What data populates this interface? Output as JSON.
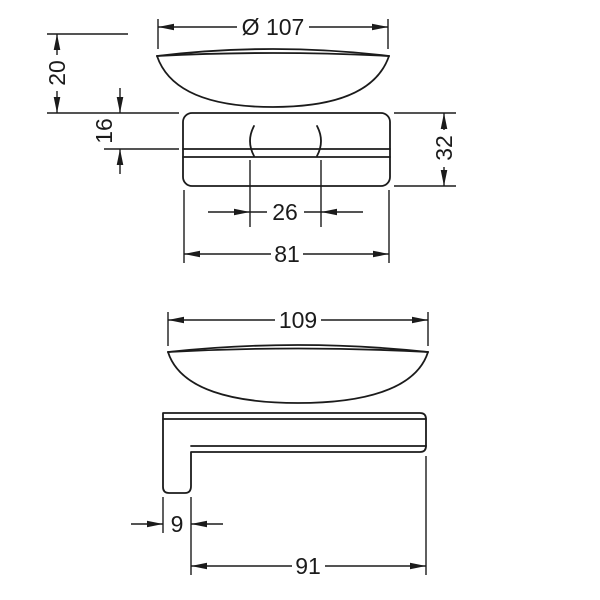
{
  "colors": {
    "line": "#1b1b1b",
    "background": "#ffffff"
  },
  "front_view": {
    "diameter": "Ø 107",
    "dish_height": "20",
    "collar_height": "16",
    "holder_height": "32",
    "inner_width": "26",
    "holder_width": "81"
  },
  "side_view": {
    "depth": "109",
    "plate_thickness": "9",
    "projection": "91"
  }
}
